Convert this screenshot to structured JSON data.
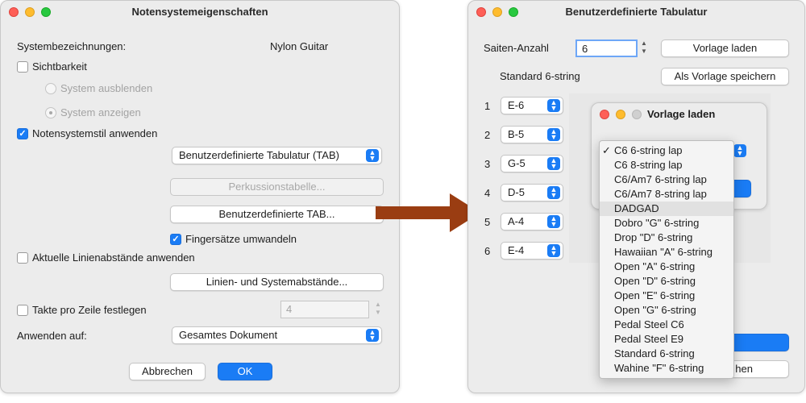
{
  "left_window": {
    "title": "Notensystemeigenschaften",
    "system_names_label": "Systembezeichnungen:",
    "system_names_value": "Nylon Guitar",
    "visibility_label": "Sichtbarkeit",
    "hide_system": "System ausblenden",
    "show_system": "System anzeigen",
    "apply_style_label": "Notensystemstil anwenden",
    "style_popup": "Benutzerdefinierte Tabulatur (TAB)",
    "percussion_button": "Perkussionstabelle...",
    "custom_tab_button": "Benutzerdefinierte TAB...",
    "fingering_label": "Fingersätze umwandeln",
    "line_spacing_label": "Aktuelle Linienabstände anwenden",
    "line_system_button": "Linien- und Systemabstände...",
    "measures_label": "Takte pro Zeile festlegen",
    "measures_value": "4",
    "apply_to_label": "Anwenden auf:",
    "apply_to_popup": "Gesamtes Dokument",
    "cancel": "Abbrechen",
    "ok": "OK"
  },
  "right_window": {
    "title": "Benutzerdefinierte Tabulatur",
    "strings_label": "Saiten-Anzahl",
    "strings_value": "6",
    "load_template": "Vorlage laden",
    "save_template": "Als Vorlage speichern",
    "template_name": "Standard 6-string",
    "strings": [
      {
        "num": "1",
        "note": "E-6"
      },
      {
        "num": "2",
        "note": "B-5"
      },
      {
        "num": "3",
        "note": "G-5"
      },
      {
        "num": "4",
        "note": "D-5"
      },
      {
        "num": "5",
        "note": "A-4"
      },
      {
        "num": "6",
        "note": "E-4"
      }
    ],
    "cancel_partial": "hen"
  },
  "dialog": {
    "title": "Vorlage laden"
  },
  "menu": {
    "checked": "C6 6-string lap",
    "highlighted": "DADGAD",
    "items": [
      "C6 6-string lap",
      "C6 8-string lap",
      "C6/Am7 6-string lap",
      "C6/Am7 8-string lap",
      "DADGAD",
      "Dobro \"G\" 6-string",
      "Drop \"D\" 6-string",
      "Hawaiian \"A\" 6-string",
      "Open \"A\" 6-string",
      "Open \"D\" 6-string",
      "Open \"E\" 6-string",
      "Open \"G\" 6-string",
      "Pedal Steel C6",
      "Pedal Steel E9",
      "Standard 6-string",
      "Wahine \"F\" 6-string"
    ]
  },
  "colors": {
    "accent": "#1a7cf5",
    "arrow": "#9a3d12"
  }
}
